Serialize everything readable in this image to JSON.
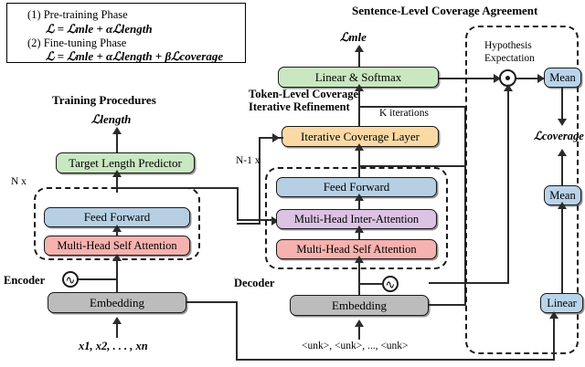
{
  "figure": {
    "title_left": "Training Procedures",
    "title_mid_line1": "Token-Level Coverage",
    "title_mid_line2": "Iterative Refinement",
    "title_right": "Sentence-Level Coverage Agreement"
  },
  "loss_box": {
    "line1": "(1) Pre-training Phase",
    "line2": "ℒ = ℒmle + αℒlength",
    "line3": "(2) Fine-tuning Phase",
    "line4": "ℒ = ℒmle + αℒlength + βℒcoverage",
    "l1_label": "(1)",
    "l1_text": "Pre-training Phase",
    "l3_label": "(2)",
    "l3_text": "Fine-tuning Phase"
  },
  "losses": {
    "length": "ℒlength",
    "mle": "ℒmle",
    "coverage": "ℒcoverage"
  },
  "encoder": {
    "label": "Encoder",
    "stack_multiplier": "N x",
    "blocks": [
      {
        "label": "Target Length Predictor",
        "color": "#c9e7c0"
      },
      {
        "label": "Feed Forward",
        "color": "#b6cfe3"
      },
      {
        "label": "Multi-Head Self Attention",
        "color": "#f6b2ae"
      },
      {
        "label": "Embedding",
        "color": "#bcbcbc"
      }
    ],
    "input": "x1, x2, . . . , xn",
    "positional_icon": "sine-wave-icon"
  },
  "decoder": {
    "label": "Decoder",
    "stack_multiplier": "N-1 x",
    "iterations_label": "K iterations",
    "blocks": [
      {
        "label": "Linear & Softmax",
        "color": "#c9e7c0"
      },
      {
        "label": "Iterative Coverage Layer",
        "color": "#fbd9a5"
      },
      {
        "label": "Feed Forward",
        "color": "#b6cfe3"
      },
      {
        "label": "Multi-Head Inter-Attention",
        "color": "#dcc3e4"
      },
      {
        "label": "Multi-Head Self Attention",
        "color": "#f6b2ae"
      },
      {
        "label": "Embedding",
        "color": "#bcbcbc"
      }
    ],
    "input": "<unk>, <unk>, ..., <unk>",
    "positional_icon": "sine-wave-icon"
  },
  "coverage_agreement": {
    "hypothesis_line1": "Hypothesis",
    "hypothesis_line2": "Expectation",
    "mean_top": "Mean",
    "mean_bottom": "Mean",
    "linear": "Linear",
    "operator_icon": "dot-product-icon"
  },
  "colors": {
    "green": "#c9e7c0",
    "blue": "#b6cfe3",
    "red": "#f6b2ae",
    "purple": "#dcc3e4",
    "orange": "#fbd9a5",
    "gray": "#bcbcbc",
    "lightblue": "#b9d4ea",
    "stroke": "#2b2b2b"
  }
}
